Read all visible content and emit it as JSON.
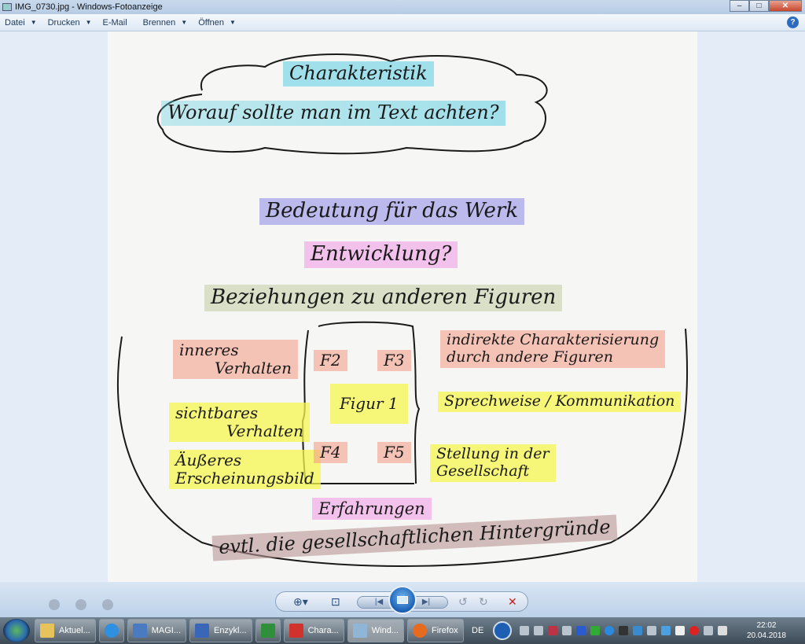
{
  "window": {
    "title": "IMG_0730.jpg - Windows-Fotoanzeige",
    "minimize": "–",
    "maximize": "□",
    "close": "✕"
  },
  "menu": {
    "items": [
      {
        "label": "Datei",
        "dropdown": true
      },
      {
        "label": "Drucken",
        "dropdown": true
      },
      {
        "label": "E-Mail",
        "dropdown": false
      },
      {
        "label": "Brennen",
        "dropdown": true
      },
      {
        "label": "Öffnen",
        "dropdown": true
      }
    ],
    "help": "?",
    "arrow": "▼"
  },
  "photo": {
    "title": "Charakteristik",
    "question": "Worauf sollte man im Text achten?",
    "items": {
      "meaning": "Bedeutung für das Werk",
      "development": "Entwicklung?",
      "relations": "Beziehungen zu anderen Figuren",
      "inner": [
        "inneres",
        "Verhalten"
      ],
      "visible": [
        "sichtbares",
        "Verhalten"
      ],
      "appearance": [
        "Äußeres",
        "Erscheinungsbild"
      ],
      "indirect": [
        "indirekte Charakterisierung",
        "durch andere Figuren"
      ],
      "speech": "Sprechweise / Kommunikation",
      "society": [
        "Stellung in der",
        "Gesellschaft"
      ],
      "experience": "Erfahrungen",
      "background": "evtl. die gesellschaftlichen Hintergründe"
    },
    "figures": {
      "center": "Figur 1",
      "f2": "F2",
      "f3": "F3",
      "f4": "F4",
      "f5": "F5"
    }
  },
  "toolbar": {
    "zoom": "⊕▾",
    "fit": "⊡",
    "prev": "|◀",
    "next": "▶|",
    "rotate_left": "↺",
    "rotate_right": "↻",
    "delete": "✕"
  },
  "taskbar": {
    "items": [
      {
        "label": "Aktuel...",
        "color": "#e8c25a"
      },
      {
        "label": "",
        "color": "#2f8fe0"
      },
      {
        "label": "MAGI...",
        "color": "#4a7bc0"
      },
      {
        "label": "Enzykl...",
        "color": "#3a66b8"
      },
      {
        "label": "",
        "color": "#2f8f3a"
      },
      {
        "label": "Chara...",
        "color": "#d2322d"
      },
      {
        "label": "Wind...",
        "color": "#8fb6d6"
      },
      {
        "label": "Firefox",
        "color": "#e66b1f"
      }
    ],
    "language": "DE",
    "time": "22:02",
    "date": "20.04.2018"
  }
}
